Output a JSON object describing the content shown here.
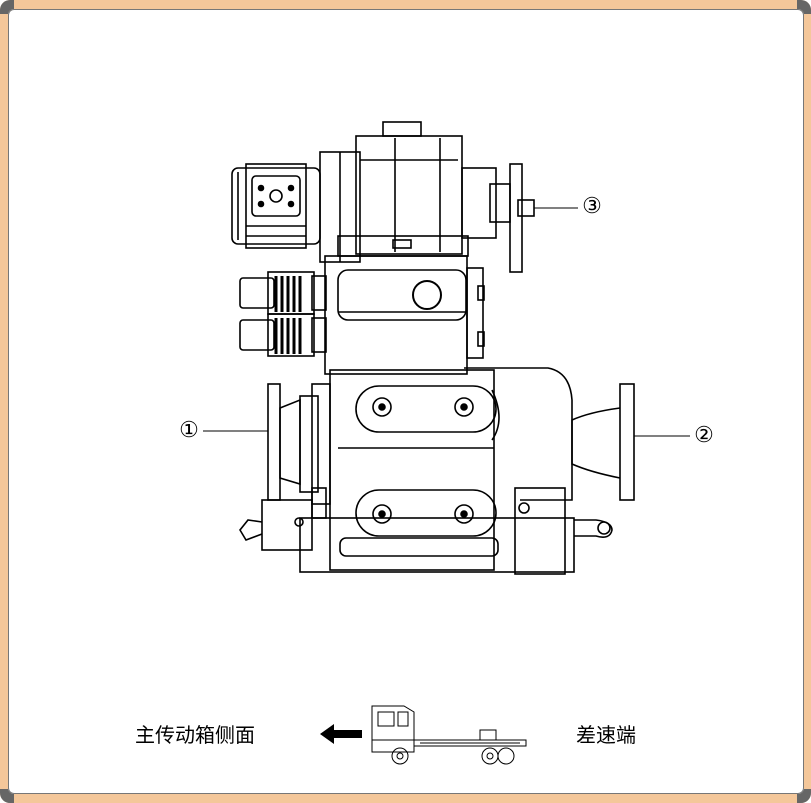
{
  "callouts": {
    "one": "①",
    "two": "②",
    "three": "③"
  },
  "captions": {
    "left": "主传动箱侧面",
    "right": "差速端"
  },
  "colors": {
    "frame": "#f4c79a",
    "corner": "#666666",
    "line": "#000000"
  }
}
